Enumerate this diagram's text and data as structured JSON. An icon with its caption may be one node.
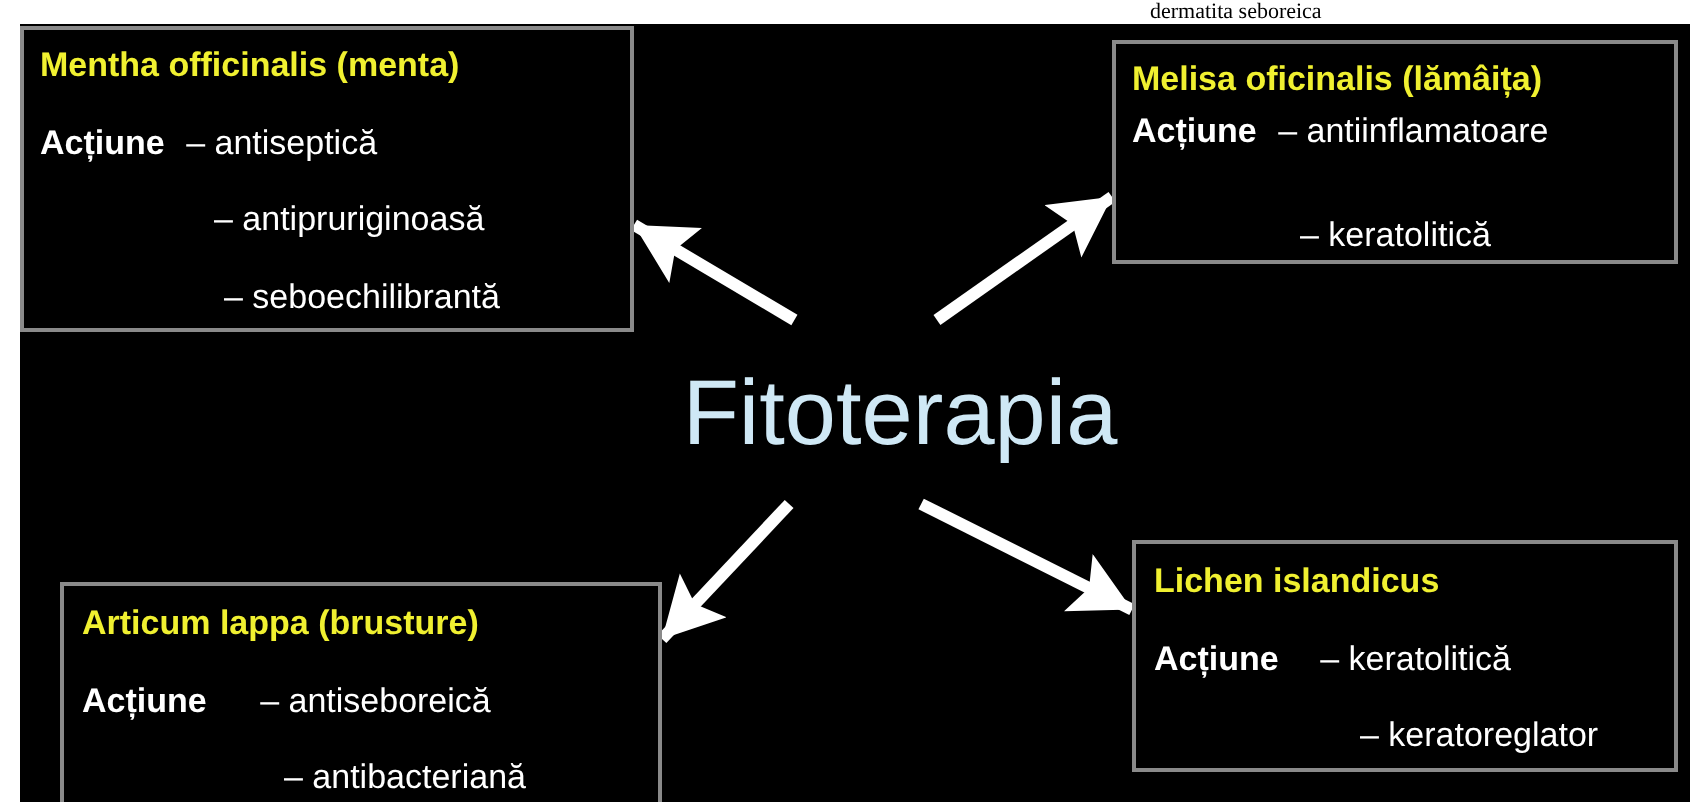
{
  "diagram": {
    "nodes": [
      {
        "text": [
          "Fitoterapia"
        ]
      },
      {
        "text": [
          "Mentha officinalis (menta)",
          "**Acțiune** – antiseptică",
          "– antipruriginoasă",
          "– seboechilibrantă"
        ]
      },
      {
        "text": [
          "Melisa oficinalis (lămâița)",
          "**Acțiune** – antiinflamatoare",
          "– keratolitică"
        ]
      },
      {
        "text": [
          "Articum lappa (brusture)",
          "**Acțiune** – antiseboreică",
          "– antibacteriană"
        ]
      },
      {
        "text": [
          "Lichen islandicus",
          "**Acțiune** – keratolitică",
          "– keratoreglator"
        ]
      }
    ],
    "edges": [
      {
        "from": 0,
        "to": 1,
        "arrow": "to"
      },
      {
        "from": 0,
        "to": 2,
        "arrow": "to"
      },
      {
        "from": 0,
        "to": 3,
        "arrow": "to"
      },
      {
        "from": 0,
        "to": 4,
        "arrow": "to"
      }
    ],
    "labels": [
      "dermatita seboreica"
    ]
  }
}
